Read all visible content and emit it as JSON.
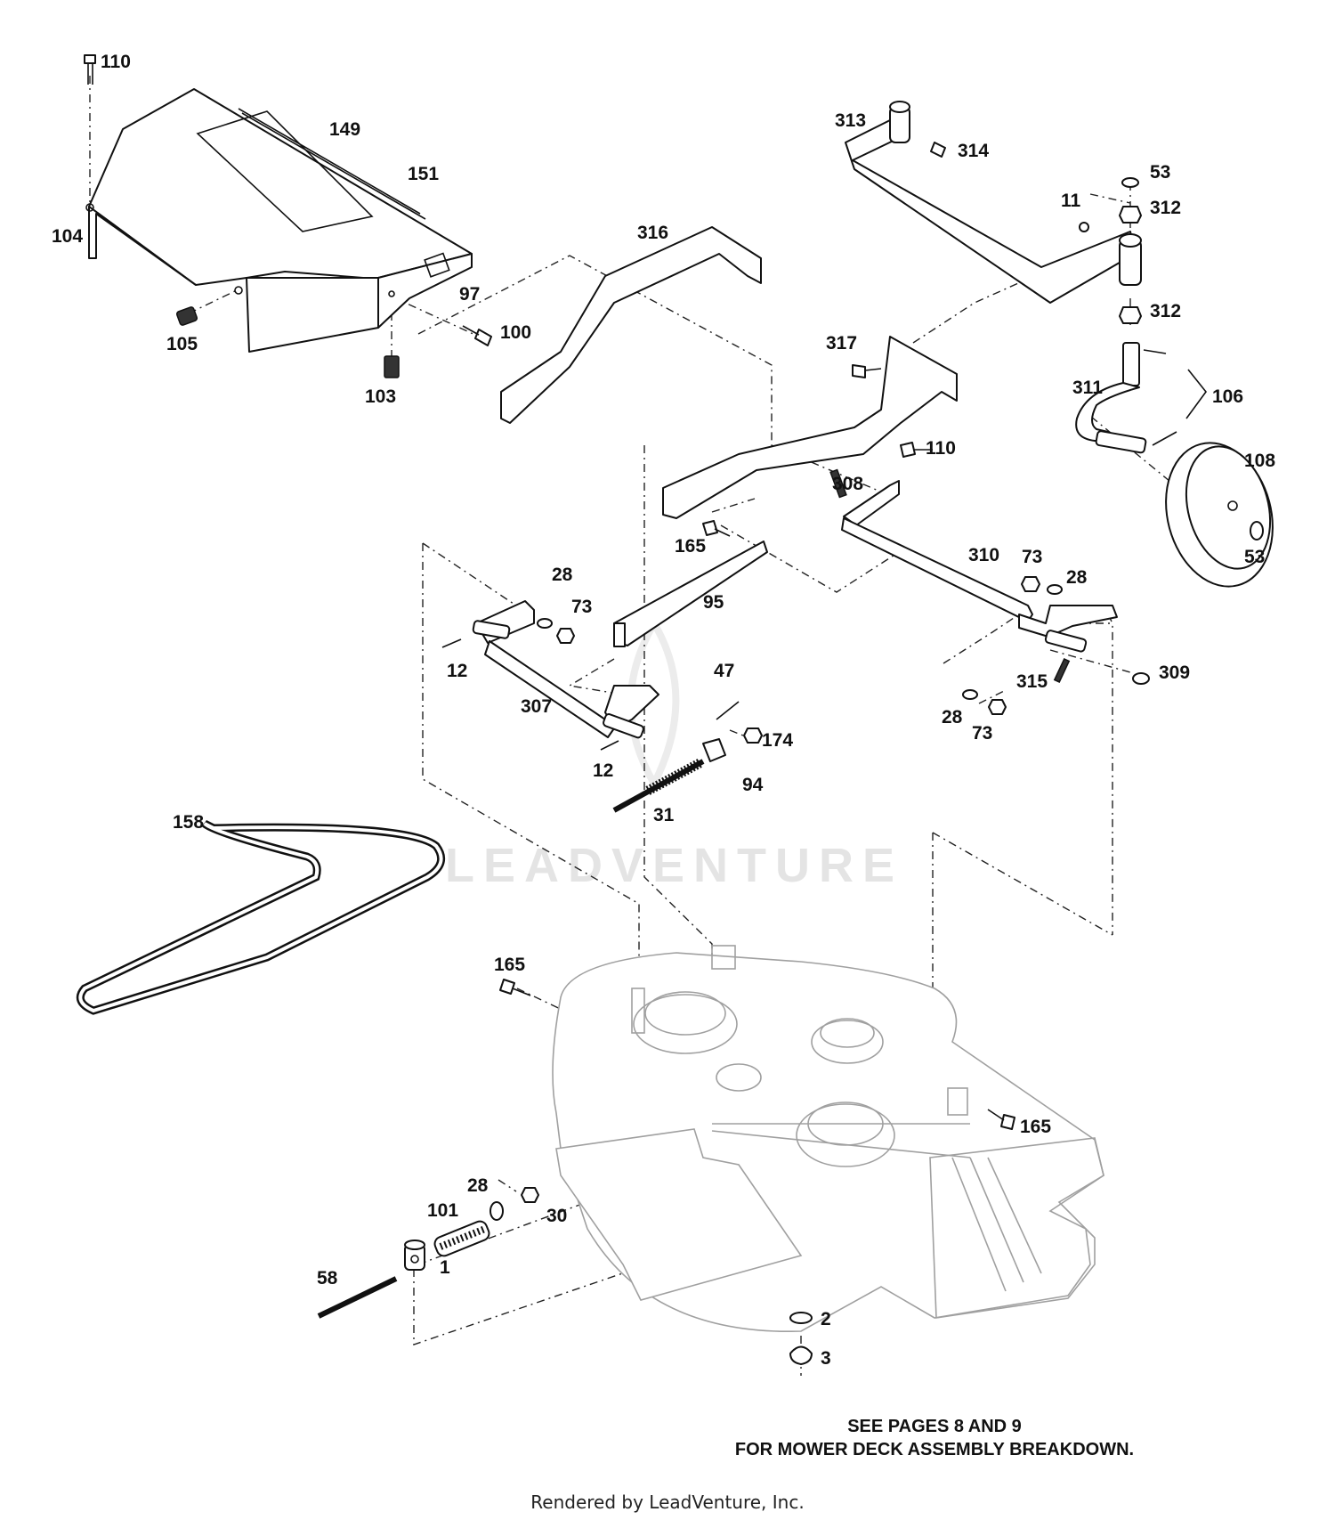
{
  "labels": {
    "l110a": "110",
    "l149": "149",
    "l151": "151",
    "l104": "104",
    "l97": "97",
    "l105": "105",
    "l100": "100",
    "l103": "103",
    "l316": "316",
    "l313": "313",
    "l314": "314",
    "l53a": "53",
    "l312a": "312",
    "l11": "11",
    "l312b": "312",
    "l317": "317",
    "l311": "311",
    "l106": "106",
    "l110b": "110",
    "l108": "108",
    "l308": "308",
    "l53b": "53",
    "l165a": "165",
    "l310": "310",
    "l73a": "73",
    "l28a": "28",
    "l28b": "28",
    "l73b": "73",
    "l95": "95",
    "l12a": "12",
    "l47": "47",
    "l307": "307",
    "l315": "315",
    "l309": "309",
    "l28c": "28",
    "l73c": "73",
    "l174": "174",
    "l12b": "12",
    "l94": "94",
    "l31": "31",
    "l158": "158",
    "l165b": "165",
    "l165c": "165",
    "l28d": "28",
    "l101": "101",
    "l30": "30",
    "l1": "1",
    "l58": "58",
    "l2": "2",
    "l3": "3"
  },
  "note": {
    "line1": "SEE PAGES 8 AND 9",
    "line2": "FOR MOWER DECK ASSEMBLY BREAKDOWN."
  },
  "watermark": "LEADVENTURE",
  "footer": "Rendered by LeadVenture, Inc."
}
